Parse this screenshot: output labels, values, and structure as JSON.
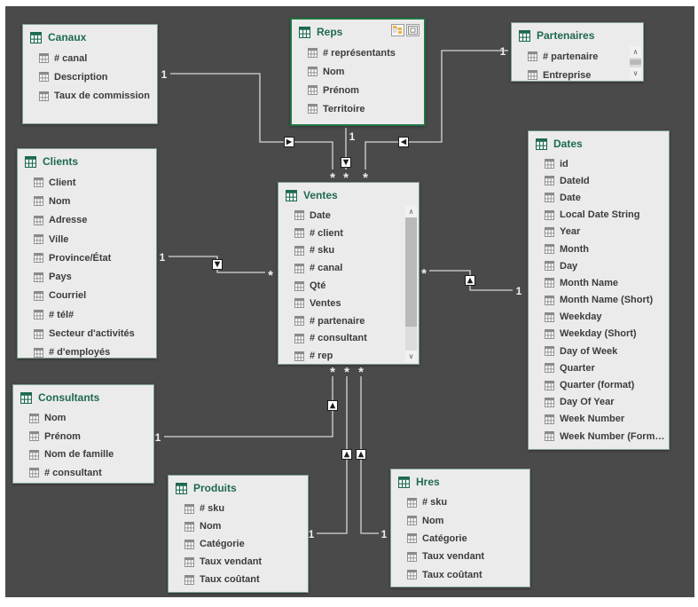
{
  "app": "power-bi-model-view",
  "colors": {
    "canvas_bg": "#4a4a4a",
    "frame": "#ffffff",
    "card_bg": "#ebebeb",
    "card_border": "#7fa18d",
    "selected_border": "#217346",
    "title_green": "#1e6a4e",
    "field_text": "#3c3c3c",
    "line": "#d6d6d6",
    "label": "#eeeeee"
  },
  "tables": [
    {
      "id": "canaux",
      "name": "Canaux",
      "fields": [
        "# canal",
        "Description",
        "Taux de commission"
      ]
    },
    {
      "id": "reps",
      "name": "Reps",
      "selected": true,
      "header_icons": [
        "related-tables-icon",
        "focus-mode-icon"
      ],
      "fields": [
        "# représentants",
        "Nom",
        "Prénom",
        "Territoire"
      ]
    },
    {
      "id": "partenaires",
      "name": "Partenaires",
      "scrollbar": {
        "thumb_top": 0.18,
        "thumb_size": 0.55
      },
      "fields": [
        "# partenaire",
        "Entreprise"
      ]
    },
    {
      "id": "clients",
      "name": "Clients",
      "fields": [
        "Client",
        "Nom",
        "Adresse",
        "Ville",
        "Province/État",
        "Pays",
        "Courriel",
        "# tél#",
        "Secteur d'activités",
        "# d'employés"
      ]
    },
    {
      "id": "ventes",
      "name": "Ventes",
      "scrollbar": {
        "thumb_top": 0.0,
        "thumb_size": 0.82
      },
      "fields": [
        "Date",
        "# client",
        "# sku",
        "# canal",
        "Qté",
        "Ventes",
        "# partenaire",
        "# consultant",
        "# rep"
      ]
    },
    {
      "id": "dates",
      "name": "Dates",
      "fields": [
        "id",
        "DateId",
        "Date",
        "Local Date String",
        "Year",
        "Month",
        "Day",
        "Month Name",
        "Month Name (Short)",
        "Weekday",
        "Weekday (Short)",
        "Day of Week",
        "Quarter",
        "Quarter (format)",
        "Day Of Year",
        "Week Number",
        "Week Number (Form…"
      ]
    },
    {
      "id": "consultants",
      "name": "Consultants",
      "fields": [
        "Nom",
        "Prénom",
        "Nom de famille",
        "# consultant"
      ]
    },
    {
      "id": "produits",
      "name": "Produits",
      "fields": [
        "# sku",
        "Nom",
        "Catégorie",
        "Taux vendant",
        "Taux coûtant"
      ]
    },
    {
      "id": "hres",
      "name": "Hres",
      "fields": [
        "# sku",
        "Nom",
        "Catégorie",
        "Taux vendant",
        "Taux coûtant"
      ]
    }
  ],
  "relationships": [
    {
      "id": "canaux-ventes",
      "from": "Canaux",
      "to": "Ventes",
      "from_card": "1",
      "to_card": "*"
    },
    {
      "id": "reps-ventes",
      "from": "Reps",
      "to": "Ventes",
      "from_card": "1",
      "to_card": "*"
    },
    {
      "id": "partenaires-ventes",
      "from": "Partenaires",
      "to": "Ventes",
      "from_card": "1",
      "to_card": "*"
    },
    {
      "id": "clients-ventes",
      "from": "Clients",
      "to": "Ventes",
      "from_card": "1",
      "to_card": "*"
    },
    {
      "id": "dates-ventes",
      "from": "Dates",
      "to": "Ventes",
      "from_card": "1",
      "to_card": "*"
    },
    {
      "id": "consultants-ventes",
      "from": "Consultants",
      "to": "Ventes",
      "from_card": "1",
      "to_card": "*"
    },
    {
      "id": "produits-ventes",
      "from": "Produits",
      "to": "Ventes",
      "from_card": "1",
      "to_card": "*"
    },
    {
      "id": "hres-ventes",
      "from": "Hres",
      "to": "Ventes",
      "from_card": "1",
      "to_card": "*"
    }
  ]
}
